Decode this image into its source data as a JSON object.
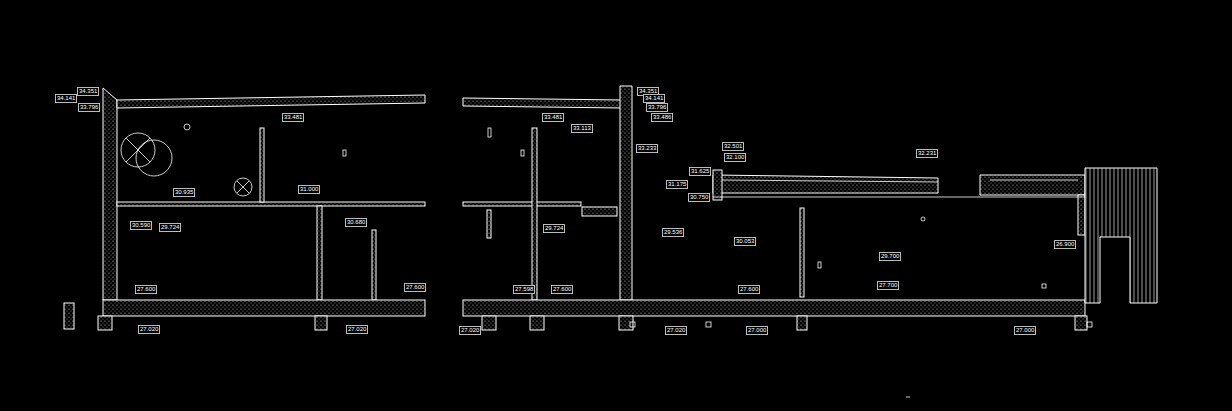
{
  "diagram": {
    "labels": [
      "34.351",
      "34.141",
      "33.796",
      "33.481",
      "30.935",
      "31.000",
      "30.590",
      "29.724",
      "30.680",
      "27.600",
      "27.600",
      "27.020",
      "27.020",
      "33.481",
      "33.113",
      "34.351",
      "34.141",
      "33.796",
      "33.486",
      "33.233",
      "29.724",
      "27.598",
      "27.600",
      "27.020",
      "27.020",
      "32.501",
      "32.100",
      "32.231",
      "31.625",
      "31.175",
      "30.750",
      "29.536",
      "30.053",
      "29.700",
      "27.700",
      "27.600",
      "26.900",
      "27.000",
      "27.000"
    ]
  }
}
